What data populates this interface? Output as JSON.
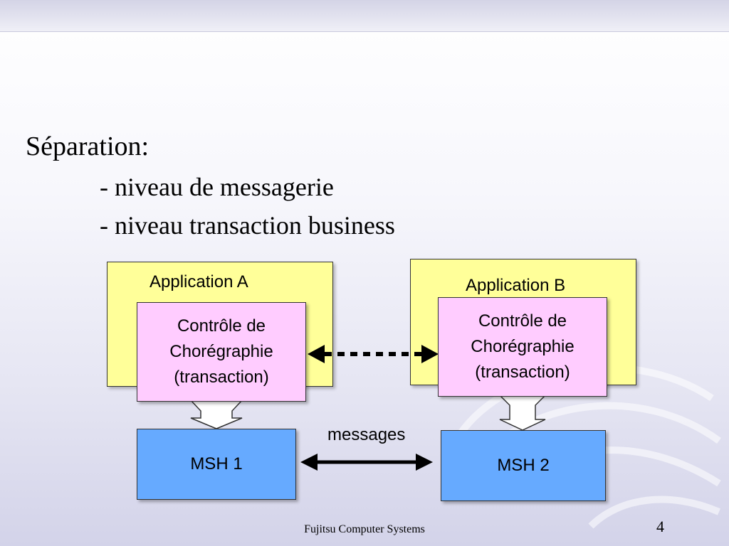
{
  "slide": {
    "title": "Séparation:",
    "bullets": [
      "- niveau de messagerie",
      "- niveau transaction business"
    ],
    "footer": "Fujitsu Computer Systems",
    "page_number": "4"
  },
  "diagram": {
    "app_a": {
      "label": "Application A",
      "choreo_lines": [
        "Contrôle de",
        "Chorégraphie",
        "(transaction)"
      ],
      "msh_label": "MSH 1"
    },
    "app_b": {
      "label": "Application B",
      "choreo_lines": [
        "Contrôle de",
        "Chorégraphie",
        "(transaction)"
      ],
      "msh_label": "MSH 2"
    },
    "messages_label": "messages"
  },
  "colors": {
    "application_fill": "#ffff99",
    "choreography_fill": "#ffccff",
    "msh_fill": "#66aaff"
  }
}
